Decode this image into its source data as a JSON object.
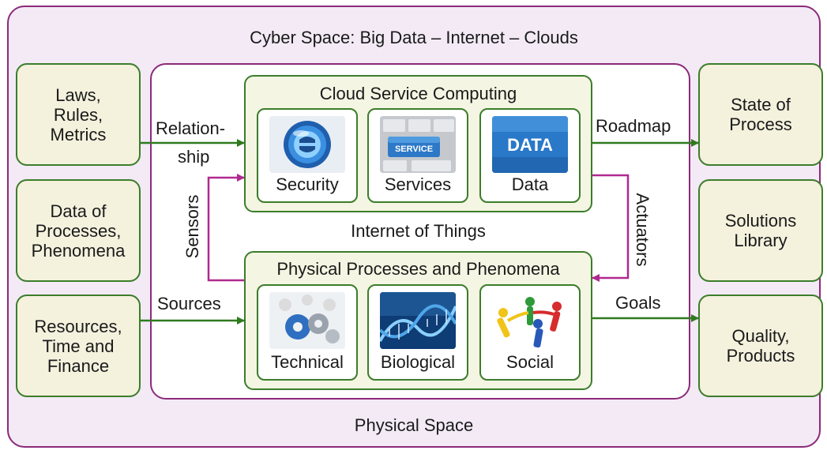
{
  "diagram": {
    "cyber_space_title": "Cyber Space: Big Data – Internet – Clouds",
    "physical_space_title": "Physical Space",
    "internet_of_things_label": "Internet of Things",
    "left_boxes": [
      {
        "label": "Laws,\nRules,\nMetrics"
      },
      {
        "label": "Data of\nProcesses,\nPhenomena"
      },
      {
        "label": "Resources,\nTime and\nFinance"
      }
    ],
    "right_boxes": [
      {
        "label": "State of\nProcess"
      },
      {
        "label": "Solutions\nLibrary"
      },
      {
        "label": "Quality,\nProducts"
      }
    ],
    "cloud_group": {
      "title": "Cloud Service Computing",
      "items": [
        {
          "label": "Security",
          "icon": "security-icon"
        },
        {
          "label": "Services",
          "icon": "service-key-icon",
          "image_text": "SERVICE"
        },
        {
          "label": "Data",
          "icon": "data-icon",
          "image_text": "DATA"
        }
      ]
    },
    "physical_group": {
      "title": "Physical Processes and Phenomena",
      "items": [
        {
          "label": "Technical",
          "icon": "gears-people-icon"
        },
        {
          "label": "Biological",
          "icon": "dna-icon"
        },
        {
          "label": "Social",
          "icon": "people-circle-icon"
        }
      ]
    },
    "connectors": {
      "relationship_line1": "Relation-",
      "relationship_line2": "ship",
      "roadmap": "Roadmap",
      "sources": "Sources",
      "goals": "Goals",
      "sensors": "Sensors",
      "actuators": "Actuators"
    },
    "colors": {
      "outer_border": "#8b2a7a",
      "outer_fill": "#f3eaf6",
      "green_border": "#3b7d2a",
      "box_fill": "#f4f1dd",
      "arrow_green": "#2f7a1f",
      "arrow_magenta": "#b0298f"
    }
  }
}
